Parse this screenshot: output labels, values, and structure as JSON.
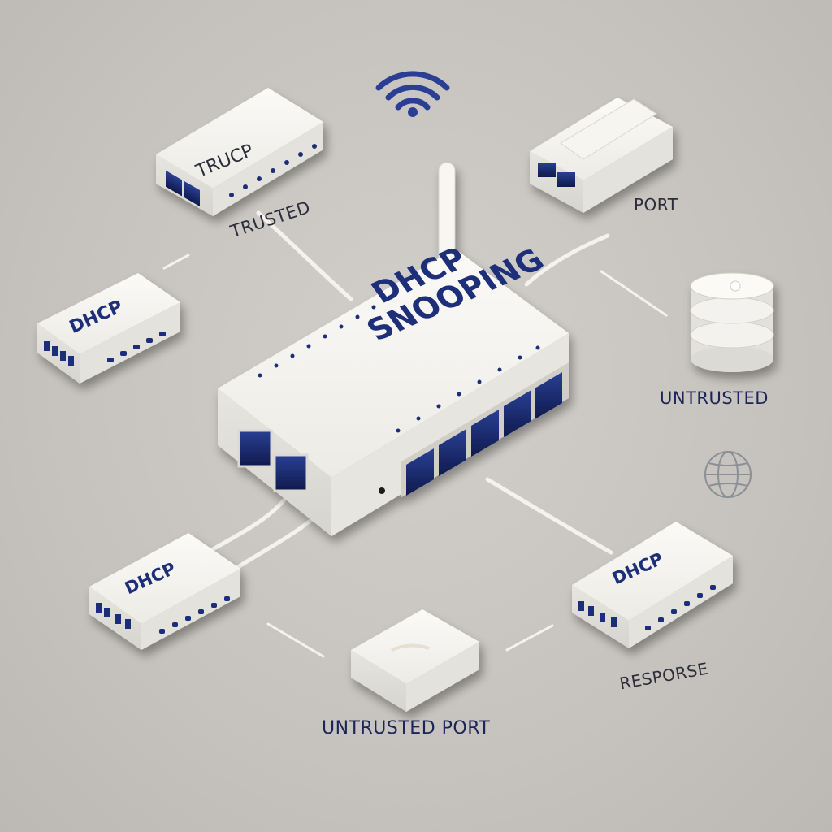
{
  "hub": {
    "title_line1": "DHCP",
    "title_line2": "SNOOPING"
  },
  "devices": {
    "top_left_label": "TRUCP",
    "mid_left_label": "DHCP",
    "bottom_left_label": "DHCP",
    "bottom_right_label": "DHCP"
  },
  "labels": {
    "trusted": "TRUSTED",
    "port": "PORT",
    "untrusted_right": "UNTRUSTED",
    "untrusted_port": "UNTRUSTED PORT",
    "response": "RESPORSE"
  },
  "icons": {
    "wifi": "wifi-icon",
    "globe": "globe-icon",
    "database": "database-icon"
  },
  "colors": {
    "background": "#c9c6c1",
    "device_body": "#f2f0ec",
    "port_blue": "#1e2f7a",
    "text_dark": "#2b2e3a"
  }
}
